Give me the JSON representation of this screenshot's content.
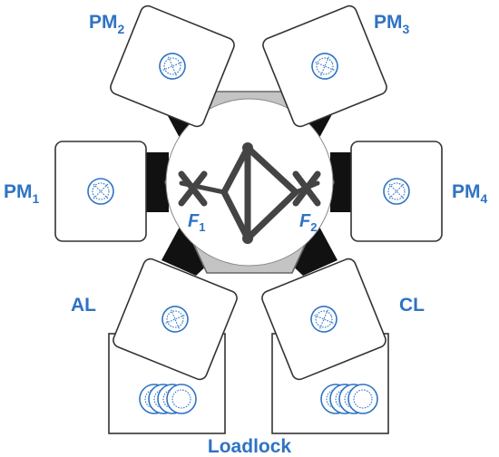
{
  "labels": {
    "pm2_main": "PM",
    "pm2_sub": "2",
    "pm3_main": "PM",
    "pm3_sub": "3",
    "pm1_main": "PM",
    "pm1_sub": "1",
    "pm4_main": "PM",
    "pm4_sub": "4",
    "al": "AL",
    "cl": "CL",
    "loadlock": "Loadlock"
  },
  "robots": {
    "f1_main": "F",
    "f1_sub": "1",
    "f2_main": "F",
    "f2_sub": "2"
  },
  "colors": {
    "label": "#2f73c4",
    "hub_fill": "#c4c4c4",
    "hub_inner": "#ffffff",
    "connector": "#111111",
    "robot_arm": "#444444"
  }
}
